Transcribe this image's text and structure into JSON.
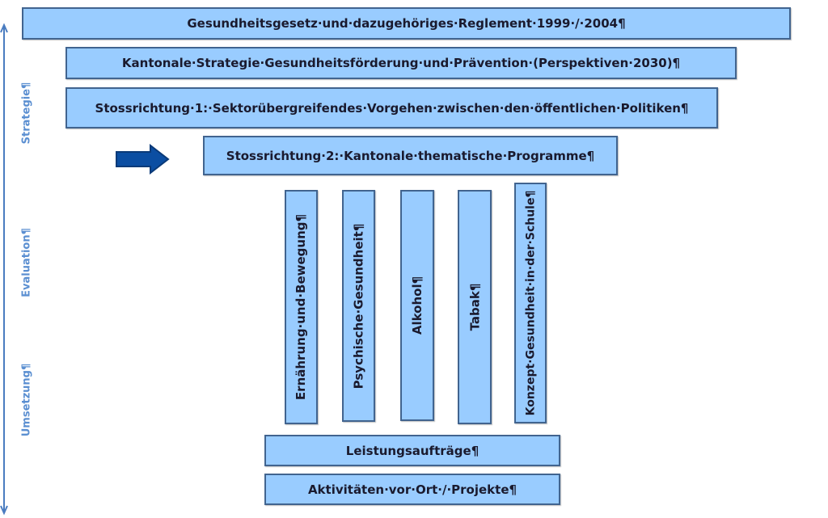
{
  "levels": {
    "law": "Gesundheitsgesetz·und·dazugehöriges·Reglement·1999·/·2004¶",
    "strategy": "Kantonale·Strategie·Gesundheitsförderung·und·Prävention·(Perspektiven·2030)¶",
    "axis1": "Stossrichtung·1:·Sektorübergreifendes·Vorgehen·zwischen·den·öffentlichen·Politiken¶",
    "axis2": "Stossrichtung·2:·Kantonale·thematische·Programme¶",
    "mandates": "Leistungsaufträge¶",
    "activities": "Aktivitäten·vor·Ort·/·Projekte¶"
  },
  "programs": [
    "Ernährung·und·Bewegung¶",
    "Psychische·Gesundheit¶",
    "Alkohol¶",
    "Tabak¶",
    "Konzept·Gesundheit·in·der·Schule¶"
  ],
  "side_labels": {
    "strategy": "Strategie¶",
    "evaluation": "Evaluation¶",
    "implementation": "Umsetzung¶"
  },
  "colors": {
    "box_fill": "#99ccff",
    "box_border": "#41648f",
    "arrow": "#0b4ea2",
    "side_text": "#5b8fd1"
  }
}
